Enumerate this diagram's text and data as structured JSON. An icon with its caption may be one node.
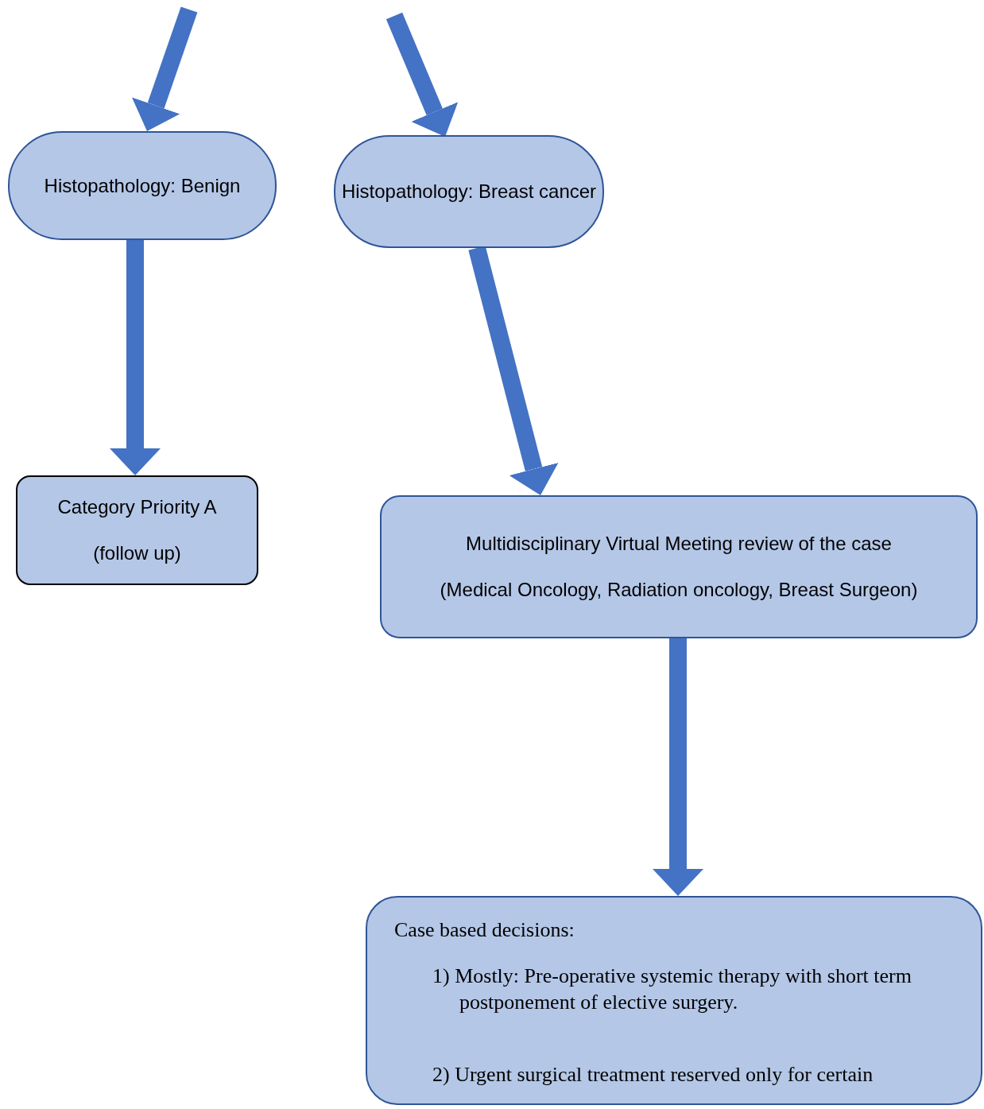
{
  "diagram": {
    "nodes": [
      {
        "text": [
          "Histopathology: Benign"
        ]
      },
      {
        "text": [
          "Histopathology: Breast cancer"
        ]
      },
      {
        "text": [
          "Category Priority A",
          "(follow up)"
        ]
      },
      {
        "text": [
          "Multidisciplinary Virtual Meeting review of the case",
          "(Medical Oncology, Radiation oncology, Breast Surgeon)"
        ]
      },
      {
        "text": [
          "Case based decisions:",
          "1) Mostly: Pre-operative systemic therapy with short term postponement of elective surgery.",
          "2) Urgent surgical treatment reserved only for certain"
        ]
      }
    ],
    "edges": [
      {
        "from": null,
        "to": 0,
        "arrow": "to"
      },
      {
        "from": null,
        "to": 1,
        "arrow": "to"
      },
      {
        "from": 0,
        "to": 2,
        "arrow": "to"
      },
      {
        "from": 1,
        "to": 3,
        "arrow": "to"
      },
      {
        "from": 3,
        "to": 4,
        "arrow": "to"
      }
    ]
  }
}
